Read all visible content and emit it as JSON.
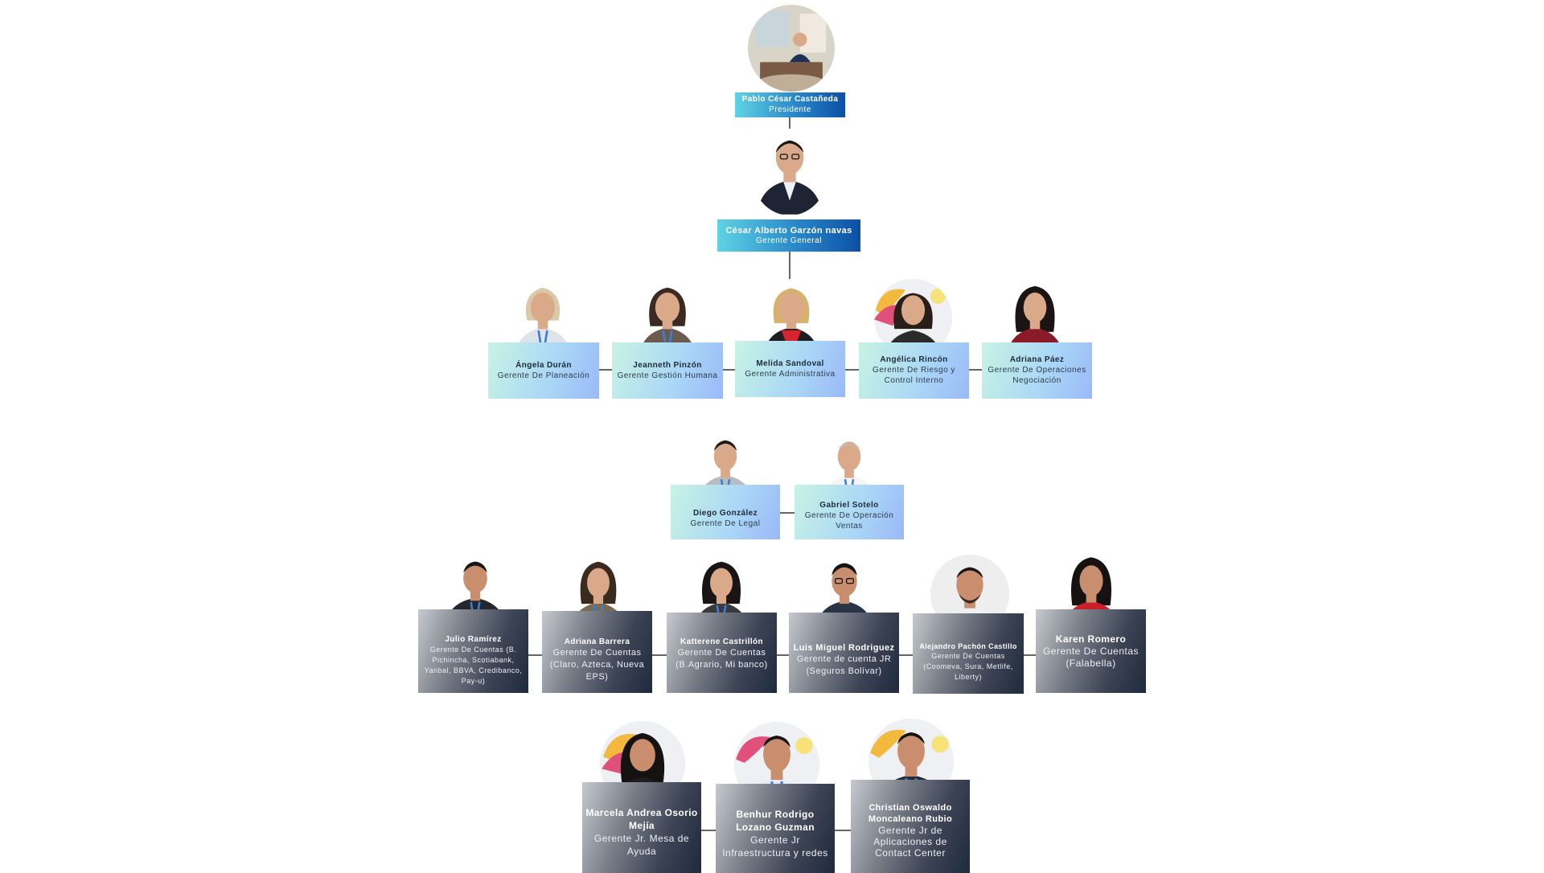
{
  "president": {
    "name": "Pablo César Castañeda",
    "role": "Presidente"
  },
  "general": {
    "name": "César Alberto Garzón navas",
    "role": "Gerente General"
  },
  "row1": [
    {
      "name": "Ángela Durán",
      "role": "Gerente De Planeación",
      "shirt": "#dfe3ea",
      "hair": "#d9c9a8"
    },
    {
      "name": "Jeanneth Pinzón",
      "role": "Gerente Gestión Humana",
      "shirt": "#6b5a4e",
      "hair": "#3a2a22"
    },
    {
      "name": "Melida Sandoval",
      "role": "Gerente Administrativa",
      "shirt": "#d8242c",
      "hair": "#d8b070"
    },
    {
      "name": "Angélica Rincón",
      "role": "Gerente De Riesgo y Control Interno",
      "shirt": "#2b2b2b",
      "hair": "#2a1e18"
    },
    {
      "name": "Adriana Páez",
      "role": "Gerente De Operaciones Negociación",
      "shirt": "#8b1a2a",
      "hair": "#1c1414"
    }
  ],
  "row2": [
    {
      "name": "Diego González",
      "role": "Gerente De Legal",
      "shirt": "#b7bcc4",
      "hair": "#1e1a18"
    },
    {
      "name": "Gabriel Sotelo",
      "role": "Gerente De Operación Ventas",
      "shirt": "#f4f4f4",
      "hair": "#c9b8a8"
    }
  ],
  "row3": [
    {
      "name": "Julio Ramírez",
      "role": "Gerente De Cuentas (B. Pichincha, Scotiabank, Yanbal, BBVA, Credibanco, Pay-u)",
      "shirt": "#24272d",
      "hair": "#1a1614"
    },
    {
      "name": "Adriana Barrera",
      "role": "Gerente De Cuentas (Claro, Azteca, Nueva EPS)",
      "shirt": "#7a6a52",
      "hair": "#3b2a1e"
    },
    {
      "name": "Katterene Castrillón",
      "role": "Gerente De Cuentas (B.Agrario, Mi banco)",
      "shirt": "#3a3a3a",
      "hair": "#1a1414"
    },
    {
      "name": "Luis Miguel Rodriguez",
      "role": "Gerente de cuenta JR (Seguros Bolívar)",
      "shirt": "#2a3448",
      "hair": "#141414"
    },
    {
      "name": "Alejandro Pachón Castillo",
      "role": "Gerente De Cuentas (Coomeva, Sura, Metlife, Liberty)",
      "shirt": "#eef0f2",
      "hair": "#1a1614"
    },
    {
      "name": "Karen Romero",
      "role": "Gerente De Cuentas (Falabella)",
      "shirt": "#c8202a",
      "hair": "#161212"
    }
  ],
  "row4": [
    {
      "name": "Marcela Andrea Osorio Mejía",
      "role": "Gerente Jr. Mesa de Ayuda",
      "shirt": "#1e1e22",
      "hair": "#161212"
    },
    {
      "name": "Benhur Rodrigo Lozano Guzman",
      "role": "Gerente Jr Infraestructura y redes",
      "shirt": "#e8edf3",
      "hair": "#161414"
    },
    {
      "name": "Christian Oswaldo Moncaleano Rubio",
      "role": "Gerente Jr de Aplicaciones de Contact Center",
      "shirt": "#252a36",
      "hair": "#161414"
    }
  ],
  "colors": {
    "exec_start": "#5fd3e4",
    "exec_end": "#0c4fa6",
    "mint_start": "#c8f3e4",
    "mint_end": "#9ab8f7",
    "dark_start": "#c6cacf",
    "dark_end": "#1f2a3e",
    "skin": "#d9a98a",
    "lanyard": "#3a7fd6"
  }
}
